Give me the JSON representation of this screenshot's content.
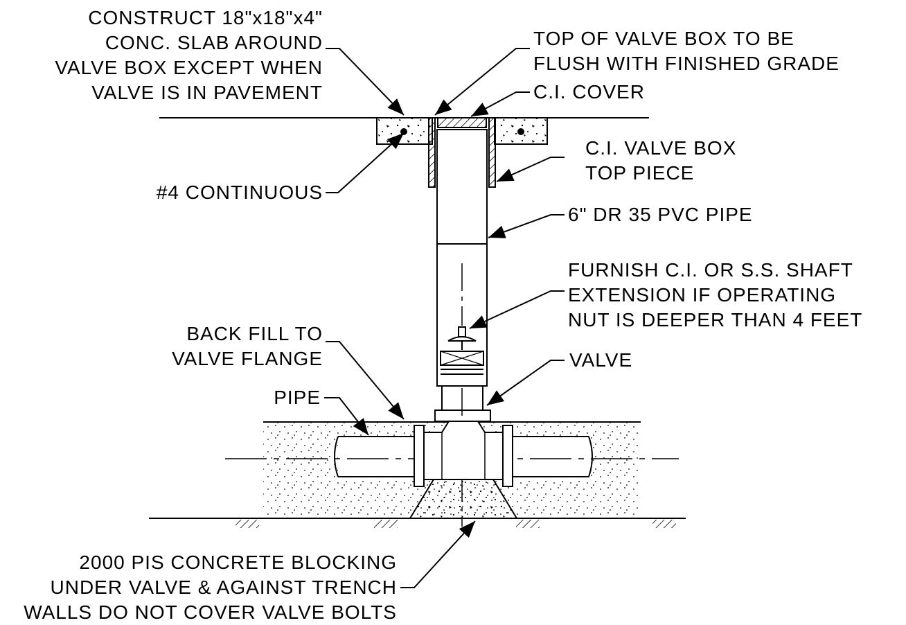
{
  "labels": {
    "slab": [
      "CONSTRUCT 18\"x18\"x4\"",
      "CONC. SLAB AROUND",
      "VALVE BOX EXCEPT WHEN",
      "VALVE IS IN PAVEMENT"
    ],
    "flush": [
      "TOP OF VALVE BOX TO BE",
      "FLUSH WITH FINISHED GRADE"
    ],
    "cover": [
      "C.I.  COVER"
    ],
    "box_top": [
      "C.I. VALVE BOX",
      "TOP PIECE"
    ],
    "rebar": [
      "#4 CONTINUOUS"
    ],
    "pvc": [
      "6\" DR 35 PVC PIPE"
    ],
    "shaft": [
      "FURNISH C.I. OR S.S. SHAFT",
      "EXTENSION IF OPERATING",
      "NUT IS DEEPER THAN 4 FEET"
    ],
    "backfill": [
      "BACK FILL TO",
      "VALVE FLANGE"
    ],
    "valve": [
      "VALVE"
    ],
    "pipe": [
      "PIPE"
    ],
    "blocking": [
      "2000 PIS CONCRETE BLOCKING",
      "UNDER VALVE & AGAINST TRENCH",
      "WALLS DO NOT COVER VALVE BOLTS"
    ]
  },
  "colors": {
    "line": "#000000",
    "background": "#ffffff"
  }
}
